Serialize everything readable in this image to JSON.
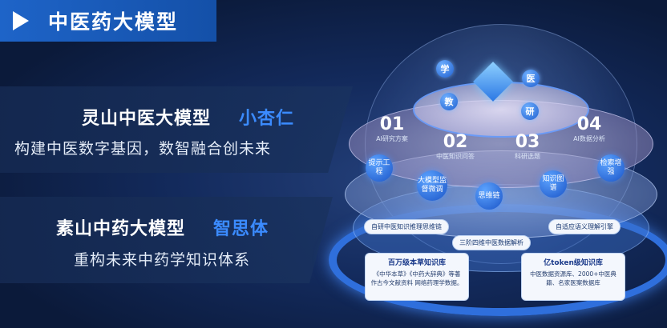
{
  "title": "中医药大模型",
  "band1": {
    "name": "灵山中医大模型",
    "accent": "小杏仁",
    "subtitle": "构建中医数字基因，数智融合创未来"
  },
  "band2": {
    "name": "素山中药大模型",
    "accent": "智思体",
    "subtitle": "重构未来中药学知识体系"
  },
  "letters": [
    "学",
    "医",
    "教",
    "研"
  ],
  "stages": [
    {
      "num": "01",
      "label": "AI研究方案"
    },
    {
      "num": "02",
      "label": "中医知识问答"
    },
    {
      "num": "03",
      "label": "科研选题"
    },
    {
      "num": "04",
      "label": "AI数据分析"
    }
  ],
  "nodes": [
    "提示工程",
    "大模型监督微调",
    "思维链",
    "知识图谱",
    "检索增强"
  ],
  "pills": [
    "自研中医知识推理思维链",
    "三阶四维中医数据解析",
    "自适应语义理解引擎"
  ],
  "cards": [
    {
      "title": "百万级本草知识库",
      "body": "《中华本草》《中药大辞典》等著作古今文献资料 网络药理学数据。"
    },
    {
      "title": "亿token级知识库",
      "body": "中医数据资源库、2000+中医典籍、名家医案数据库"
    }
  ],
  "colors": {
    "accent": "#3b8bff",
    "title_bg": "#1e64c8",
    "background": "#0b1a3a"
  }
}
